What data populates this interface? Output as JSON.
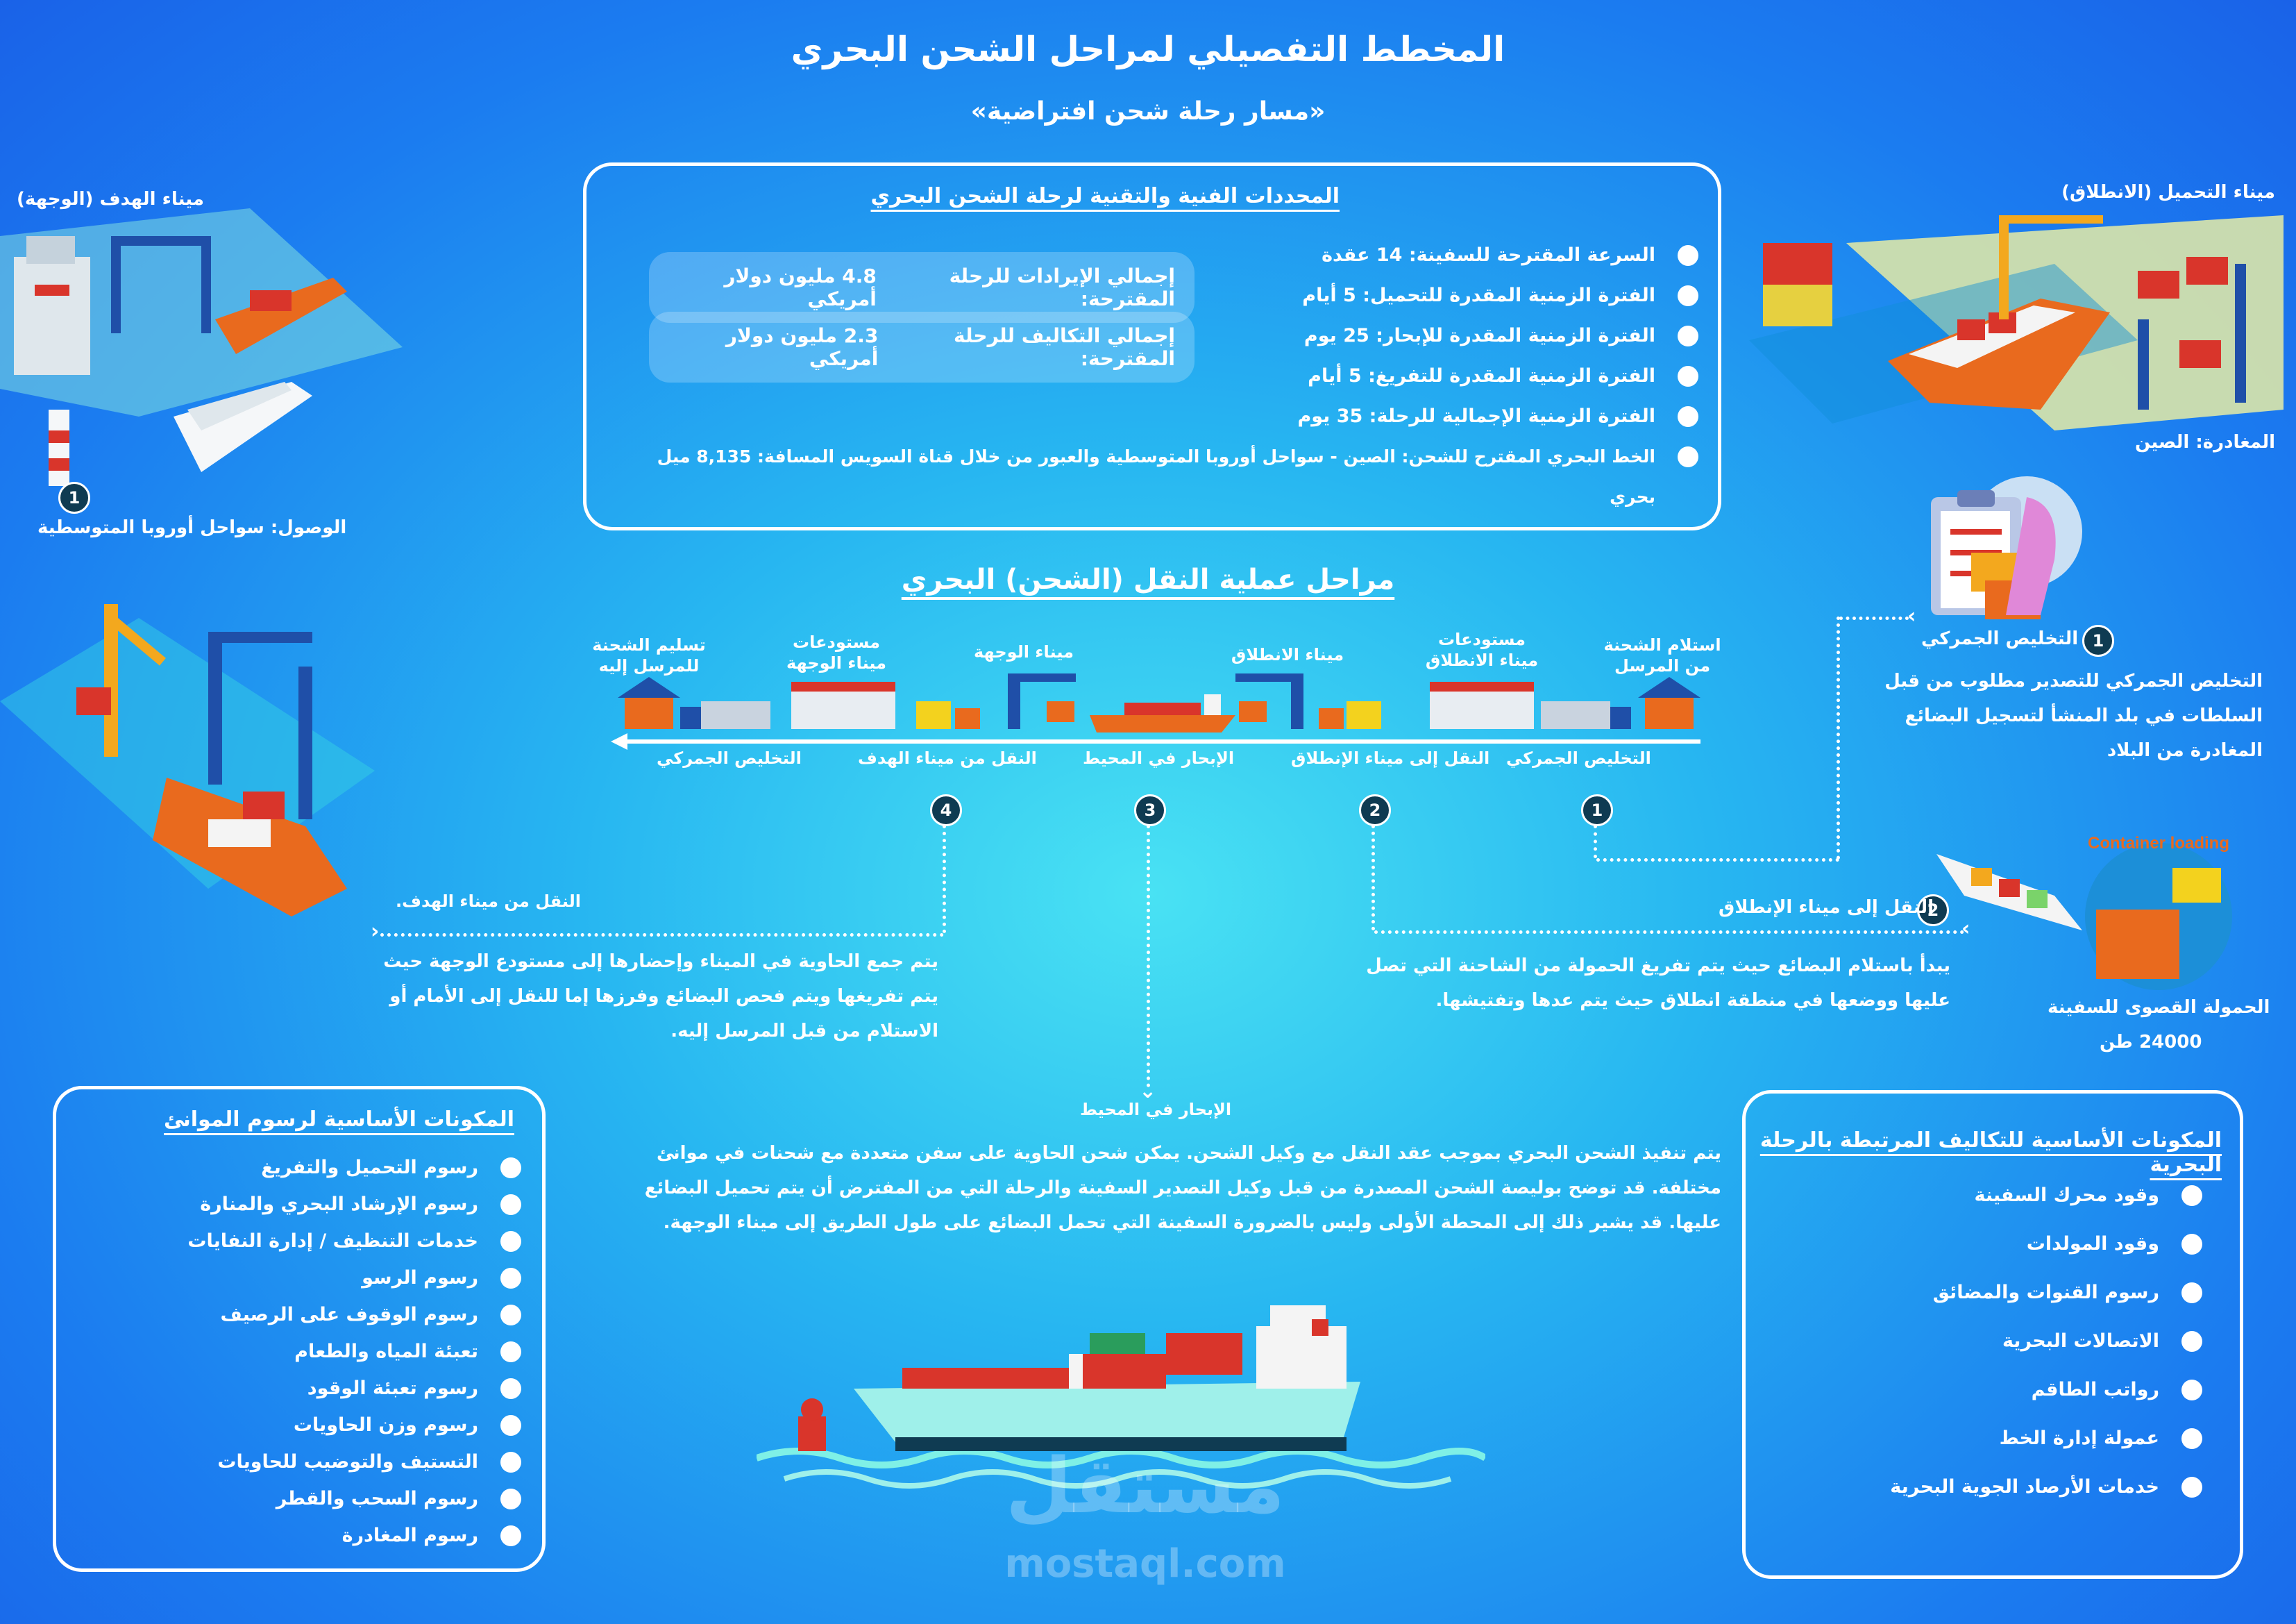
{
  "header": {
    "title": "المخطط التفصيلي لمراحل الشحن البحري",
    "subtitle": "«مسار رحلة شحن افتراضية»"
  },
  "specs": {
    "title": "المحددات الفنية والتقنية لرحلة الشحن البحري",
    "items": [
      "السرعة المقترحة للسفينة: 14 عقدة",
      "الفترة الزمنية المقدرة للتحميل: 5 أيام",
      "الفترة الزمنية المقدرة للإبحار: 25 يوم",
      "الفترة الزمنية المقدرة للتفريغ: 5 أيام",
      "الفترة الزمنية الإجمالية للرحلة: 35 يوم",
      "الخط البحري المقترح للشحن: الصين - سواحل أوروبا المتوسطية والعبور من خلال قناة السويس المسافة: 8,135 ميل بحري"
    ],
    "revenue_label": "إجمالي الإيرادات للرحلة المقترحة:",
    "revenue_value": "4.8 مليون دولار أمريكي",
    "cost_label": "إجمالي التكاليف للرحلة المقترحة:",
    "cost_value": "2.3 مليون دولار أمريكي"
  },
  "origin": {
    "port_label": "ميناء التحميل (الانطلاق)",
    "departure_label": "المغادرة: الصين"
  },
  "destination": {
    "port_label": "ميناء الهدف (الوجهة)",
    "arrival_label": "الوصول: سواحل أوروبا المتوسطية"
  },
  "process": {
    "title": "مراحل عملية النقل (الشحن) البحري",
    "top_labels": [
      "استلام الشحنة من المرسل",
      "مستودعات ميناء الانطلاق",
      "ميناء الانطلاق",
      "ميناء الوجهة",
      "مستودعات ميناء الوجهة",
      "تسليم الشحنة للمرسل إليه"
    ],
    "bottom_labels": [
      "التخليص الجمركي",
      "النقل إلى ميناء الإنطلاق",
      "الإبحار في المحيط",
      "النقل من ميناء الهدف",
      "التخليص الجمركي"
    ],
    "steps": [
      "1",
      "2",
      "3",
      "4"
    ]
  },
  "customs": {
    "heading_num": "1",
    "heading": "التخليص الجمركي",
    "text": "التخليص الجمركي للتصدير مطلوب من قبل السلطات في بلد المنشأ لتسجيل البضائع المغادرة من البلاد"
  },
  "to_port": {
    "heading_num": "2",
    "heading": "النقل إلى ميناء الإنطلاق",
    "text": "يبدأ باستلام البضائع حيث يتم تفريغ الحمولة من الشاحنة التي تصل عليها ووضعها في منطقة انطلاق حيث يتم عدها وتفتيشها."
  },
  "capacity": {
    "label": "الحمولة القصوى للسفينة",
    "value": "24000 طن",
    "badge": "Container loading"
  },
  "from_port": {
    "heading": "النقل من ميناء الهدف.",
    "text": "يتم جمع الحاوية في الميناء وإحضارها إلى مستودع الوجهة حيث يتم تفريغها ويتم فحص البضائع وفرزها إما للنقل إلى الأمام أو الاستلام من قبل المرسل إليه."
  },
  "sailing": {
    "heading": "الإبحار في المحيط",
    "text": "يتم تنفيذ الشحن البحري بموجب عقد النقل مع وكيل الشحن. يمكن شحن الحاوية على سفن متعددة مع شحنات في موانئ مختلفة. قد توضح بوليصة الشحن المصدرة من قبل وكيل التصدير السفينة والرحلة التي من المفترض أن يتم تحميل البضائع عليها. قد يشير ذلك إلى المحطة الأولى وليس بالضرورة السفينة التي تحمل البضائع على طول الطريق إلى ميناء الوجهة."
  },
  "port_fees": {
    "title": "المكونات الأساسية لرسوم الموانئ",
    "items": [
      "رسوم التحميل والتفريغ",
      "رسوم الإرشاد البحري والمنارة",
      "خدمات التنظيف / إدارة النفايات",
      "رسوم الرسو",
      "رسوم الوقوف على الرصيف",
      "تعبئة المياه والطعام",
      "رسوم تعبئة الوقود",
      "رسوم وزن الحاويات",
      "التستيف والتوضيب للحاويات",
      "رسوم السحب والقطر",
      "رسوم المغادرة"
    ]
  },
  "trip_costs": {
    "title": "المكونات الأساسية للتكاليف المرتبطة بالرحلة البحرية",
    "items": [
      "وقود محرك السفينة",
      "وقود المولدات",
      "رسوم القنوات والمضائق",
      "الاتصالات البحرية",
      "رواتب الطاقم",
      "عمولة إدارة الخط",
      "خدمات الأرصاد الجوية البحرية"
    ]
  },
  "watermark": {
    "arabic": "مستقل",
    "latin": "mostaql.com"
  },
  "colors": {
    "navy": "#0f3b52",
    "hull_orange": "#e96a1e",
    "container_red": "#d9352b",
    "crane_blue": "#1f4fa8",
    "ship_teal": "#9ff0ea"
  }
}
